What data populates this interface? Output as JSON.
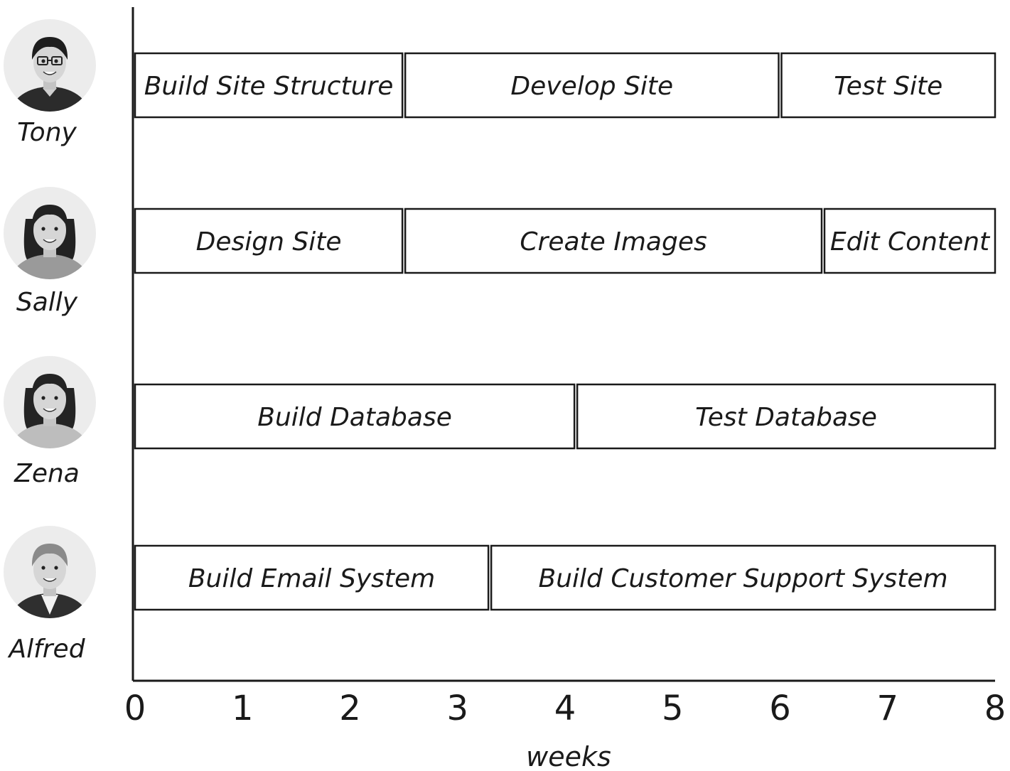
{
  "chart_data": {
    "type": "gantt",
    "xlabel": "weeks",
    "xlim": [
      0,
      8
    ],
    "x_ticks": [
      "0",
      "1",
      "2",
      "3",
      "4",
      "5",
      "6",
      "7",
      "8"
    ],
    "grid": false,
    "rows": [
      {
        "name": "Tony",
        "avatar": "man-glasses-avatar-icon",
        "tasks": [
          {
            "label": "Build Site Structure",
            "start": 0,
            "end": 2.5
          },
          {
            "label": "Develop  Site",
            "start": 2.5,
            "end": 6
          },
          {
            "label": "Test Site",
            "start": 6,
            "end": 8
          }
        ]
      },
      {
        "name": "Sally",
        "avatar": "woman-straight-hair-avatar-icon",
        "tasks": [
          {
            "label": "Design Site",
            "start": 0,
            "end": 2.5
          },
          {
            "label": "Create Images",
            "start": 2.5,
            "end": 6.4
          },
          {
            "label": "Edit Content",
            "start": 6.4,
            "end": 8
          }
        ]
      },
      {
        "name": "Zena",
        "avatar": "woman-curly-hair-avatar-icon",
        "tasks": [
          {
            "label": "Build Database",
            "start": 0,
            "end": 4.1
          },
          {
            "label": "Test Database",
            "start": 4.1,
            "end": 8
          }
        ]
      },
      {
        "name": "Alfred",
        "avatar": "man-suit-avatar-icon",
        "tasks": [
          {
            "label": "Build Email System",
            "start": 0,
            "end": 3.3
          },
          {
            "label": "Build Customer Support System",
            "start": 3.3,
            "end": 8
          }
        ]
      }
    ]
  }
}
